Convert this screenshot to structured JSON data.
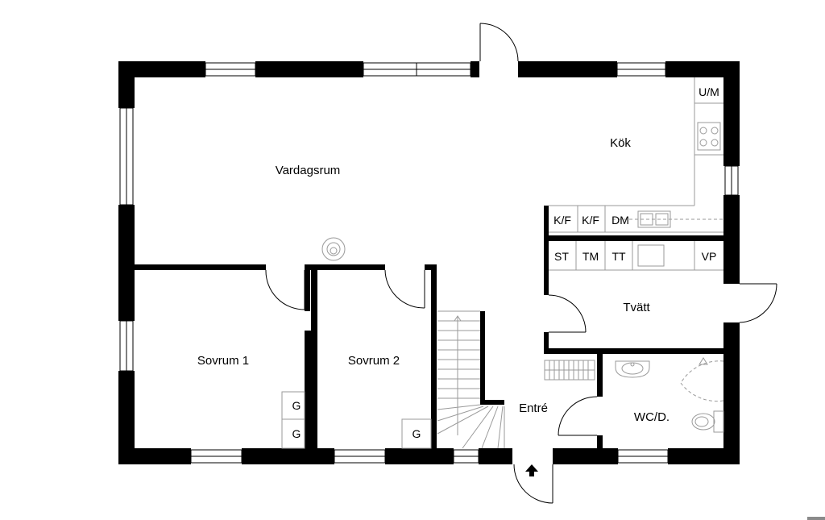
{
  "rooms": {
    "vardagsrum": "Vardagsrum",
    "kok": "Kök",
    "sovrum1": "Sovrum 1",
    "sovrum2": "Sovrum 2",
    "entre": "Entré",
    "tvatt": "Tvätt",
    "wc": "WC/D."
  },
  "fixtures": {
    "um": "U/M",
    "kf1": "K/F",
    "kf2": "K/F",
    "dm": "DM",
    "st": "ST",
    "tm": "TM",
    "tt": "TT",
    "vp": "VP",
    "g1": "G",
    "g2": "G",
    "g3": "G"
  },
  "icons": [
    "fireplace-icon",
    "stove-icon",
    "sink-icon",
    "toilet-icon",
    "washbasin-icon",
    "shower-icon",
    "entrance-arrow-icon",
    "staircase-icon",
    "radiator-icon"
  ]
}
